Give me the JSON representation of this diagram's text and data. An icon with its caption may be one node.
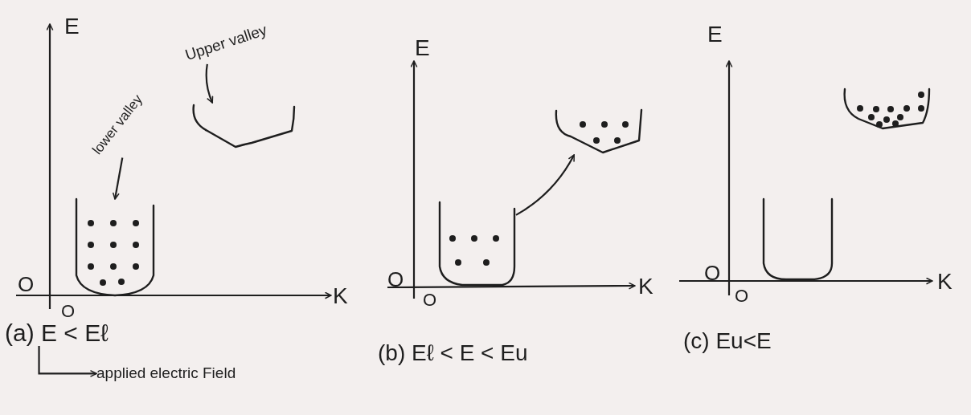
{
  "diagram": {
    "nodes": [
      {
        "text": [
          "lower valley"
        ]
      },
      {
        "text": [
          "Upper valley"
        ]
      },
      {
        "text": [],
        "shape": "curve"
      },
      {
        "text": [],
        "shape": "curve"
      },
      {
        "text": [
          "(a) E < Eℓ"
        ]
      },
      {
        "text": [
          "applied electric Field"
        ]
      },
      {
        "text": [],
        "shape": "curve"
      },
      {
        "text": [],
        "shape": "curve"
      },
      {
        "text": [],
        "shape": "curve"
      },
      {
        "text": [],
        "shape": "curve"
      }
    ],
    "edges": [
      {
        "from": 0,
        "to": 2,
        "arrow": "to"
      },
      {
        "from": 1,
        "to": 3,
        "arrow": "to"
      },
      {
        "from": 4,
        "to": 5,
        "arrow": "to"
      },
      {
        "from": 6,
        "to": 7,
        "arrow": "to"
      }
    ],
    "labels": [
      "E",
      "O",
      "O",
      "K",
      "E",
      "O",
      "O",
      "K",
      "(b) Eℓ < E < Eu",
      "E",
      "O",
      "O",
      "K",
      "(c) Eu<E"
    ]
  }
}
